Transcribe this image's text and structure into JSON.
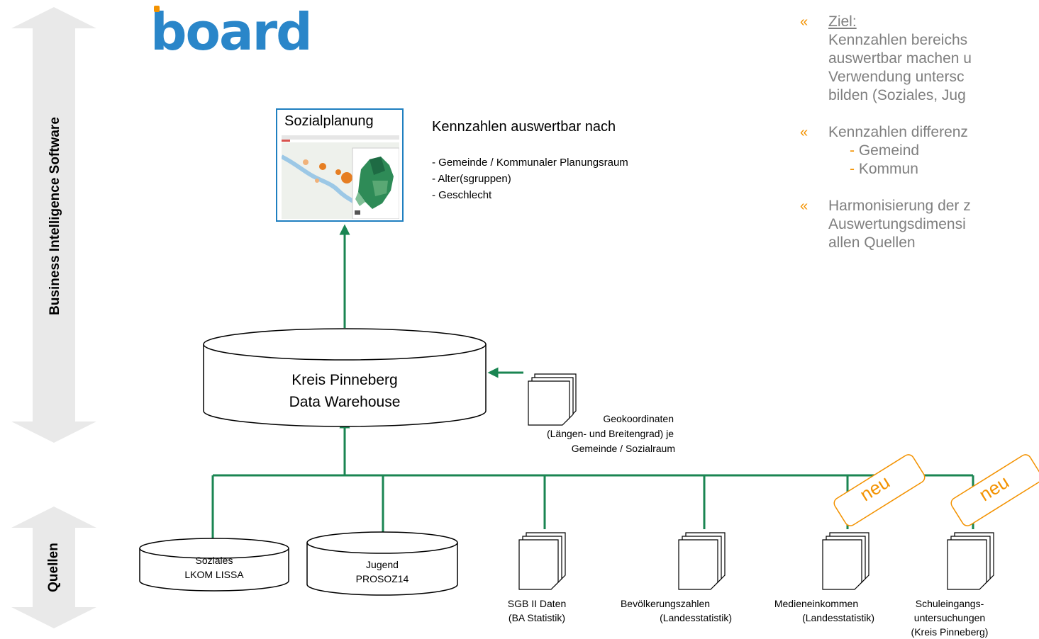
{
  "brand": {
    "logo_text": "board"
  },
  "side_labels": {
    "bi": "Business Intelligence Software",
    "sources": "Quellen"
  },
  "card": {
    "title": "Sozialplanung"
  },
  "kennzahlen": {
    "heading": "Kennzahlen auswertbar nach",
    "items": [
      "- Gemeinde / Kommunaler Planungsraum",
      "- Alter(sgruppen)",
      "- Geschlecht"
    ]
  },
  "warehouse": {
    "line1": "Kreis Pinneberg",
    "line2": "Data Warehouse"
  },
  "geo": {
    "line1": "Geokoordinaten",
    "line2": "(Längen- und Breitengrad) je",
    "line3": "Gemeinde / Sozialraum"
  },
  "sources": {
    "soziales": {
      "line1": "Soziales",
      "line2": "LKOM LISSA"
    },
    "jugend": {
      "line1": "Jugend",
      "line2": "PROSOZ14"
    },
    "sgb": {
      "line1": "SGB II Daten",
      "line2": "(BA Statistik)"
    },
    "bev": {
      "line1": "Bevölkerungszahlen",
      "line2": "(Landesstatistik)"
    },
    "medien": {
      "line1": "Medieneinkommen",
      "line2": "(Landesstatistik)"
    },
    "schule": {
      "line1": "Schuleingangs-",
      "line2": "untersuchungen",
      "line3": "(Kreis Pinneberg)"
    }
  },
  "badges": {
    "neu1": "neu",
    "neu2": "neu"
  },
  "bullets": {
    "mark": "«",
    "b1_title": "Ziel:",
    "b1_l1": "Kennzahlen bereichs",
    "b1_l2": "auswertbar machen u",
    "b1_l3": "Verwendung untersc",
    "b1_l4": "bilden (Soziales, Jug",
    "b2_l1": "Kennzahlen differenz",
    "b2_sub1": "Gemeind",
    "b2_sub2": "Kommun",
    "sub_dash": "-",
    "b3_l1": "Harmonisierung der z",
    "b3_l2": "Auswertungsdimensi",
    "b3_l3": "allen Quellen"
  },
  "colors": {
    "green": "#1a8552",
    "orange": "#f39200",
    "grey_text": "#7f7f7f",
    "card_border": "#1f7fc0",
    "arrow_grey": "#e8e8e8"
  }
}
